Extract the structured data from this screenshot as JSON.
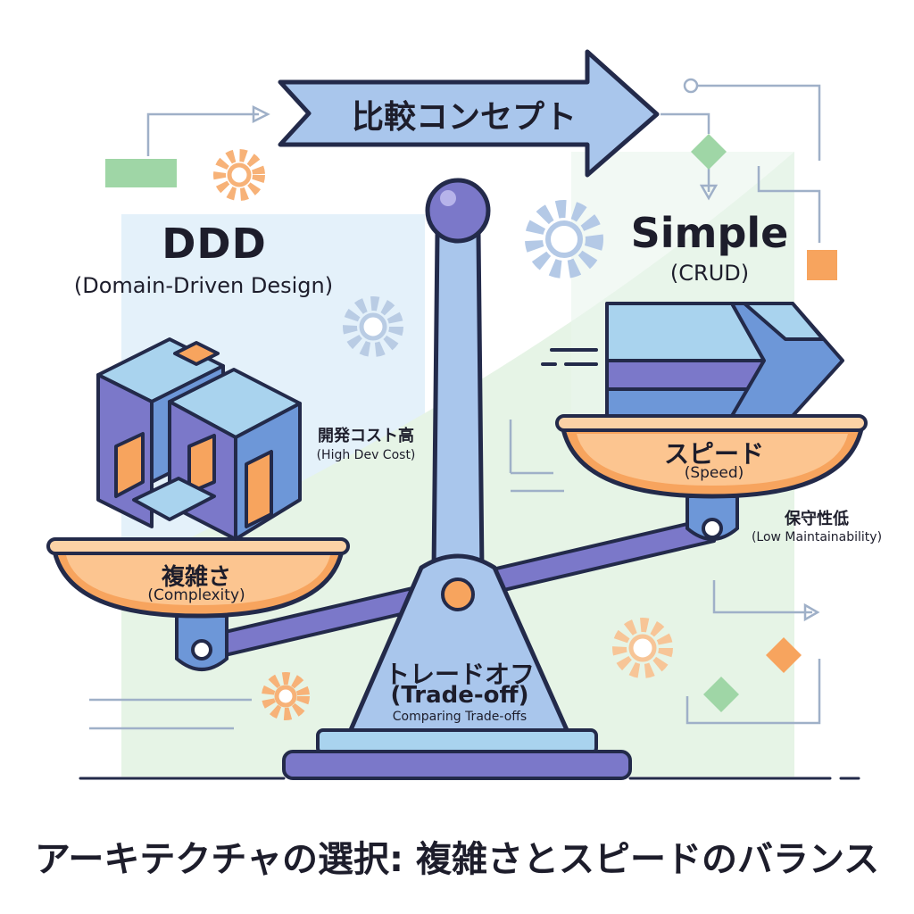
{
  "banner": {
    "text": "比較コンセプト"
  },
  "left": {
    "title": "DDD",
    "subtitle": "(Domain-Driven Design)",
    "pan_label": "複雑さ",
    "pan_label_en": "(Complexity)",
    "note": "開発コスト高",
    "note_en": "(High Dev Cost)"
  },
  "right": {
    "title": "Simple",
    "subtitle": "(CRUD)",
    "pan_label": "スピード",
    "pan_label_en": "(Speed)",
    "note": "保守性低",
    "note_en": "(Low Maintainability)"
  },
  "fulcrum": {
    "label": "トレードオフ",
    "label_en": "(Trade-off)",
    "caption": "Comparing Trade-offs"
  },
  "footer": {
    "title": "アーキテクチャの選択: 複雑さとスピードのバランス"
  },
  "colors": {
    "purple": "#7b78c9",
    "blue": "#6d97d8",
    "light_blue": "#a9d3ee",
    "orange": "#f7a45e",
    "green": "#9fd6a6",
    "outline": "#232a4a"
  },
  "icons": [
    "gear-icon",
    "arrow-right-icon",
    "diamond-icon"
  ]
}
